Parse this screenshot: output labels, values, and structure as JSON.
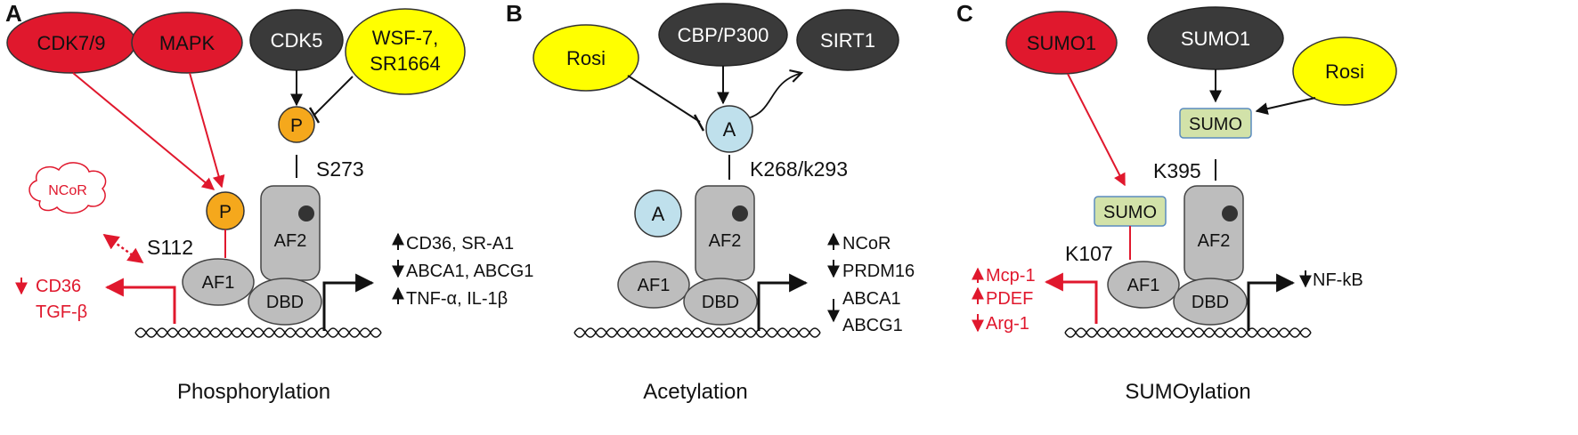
{
  "panels": {
    "a": {
      "letter": "A",
      "caption": "Phosphorylation",
      "regulators": {
        "cdk79": "CDK7/9",
        "mapk": "MAPK",
        "cdk5": "CDK5",
        "wsf_line1": "WSF-7,",
        "wsf_line2": "SR1664"
      },
      "nodes": {
        "p_upper": "P",
        "p_lower": "P",
        "ncor": "NCoR"
      },
      "sites": {
        "s273": "S273",
        "s112": "S112"
      },
      "domains": {
        "af2": "AF2",
        "af1": "AF1",
        "dbd": "DBD"
      },
      "left_targets": {
        "t1": "CD36",
        "t2": "TGF-β"
      },
      "right_targets": {
        "t1": "CD36, SR-A1",
        "t2": "ABCA1, ABCG1",
        "t3": "TNF-α, IL-1β"
      }
    },
    "b": {
      "letter": "B",
      "caption": "Acetylation",
      "regulators": {
        "rosi": "Rosi",
        "cbp": "CBP/P300",
        "sirt1": "SIRT1"
      },
      "nodes": {
        "a_upper": "A",
        "a_side": "A"
      },
      "sites": {
        "k268": "K268/k293"
      },
      "domains": {
        "af2": "AF2",
        "af1": "AF1",
        "dbd": "DBD"
      },
      "right_targets": {
        "t1": "NCoR",
        "t2": "PRDM16",
        "t3": "ABCA1",
        "t4": "ABCG1"
      }
    },
    "c": {
      "letter": "C",
      "caption": "SUMOylation",
      "regulators": {
        "sumo1_red": "SUMO1",
        "sumo1_dark": "SUMO1",
        "rosi": "Rosi"
      },
      "nodes": {
        "sumo_upper": "SUMO",
        "sumo_lower": "SUMO"
      },
      "sites": {
        "k395": "K395",
        "k107": "K107"
      },
      "domains": {
        "af2": "AF2",
        "af1": "AF1",
        "dbd": "DBD"
      },
      "left_targets": {
        "t1": "Mcp-1",
        "t2": "PDEF",
        "t3": "Arg-1"
      },
      "right_targets": {
        "t1": "NF-kB"
      }
    }
  },
  "colors": {
    "red": "#e0182d",
    "dark": "#3a3a3a",
    "yellow": "#ffff00",
    "orange": "#f5a81c",
    "light_blue": "#bfe0ec",
    "sumo_green": "#d2e2a9",
    "domain_gray": "#bdbdbd"
  }
}
